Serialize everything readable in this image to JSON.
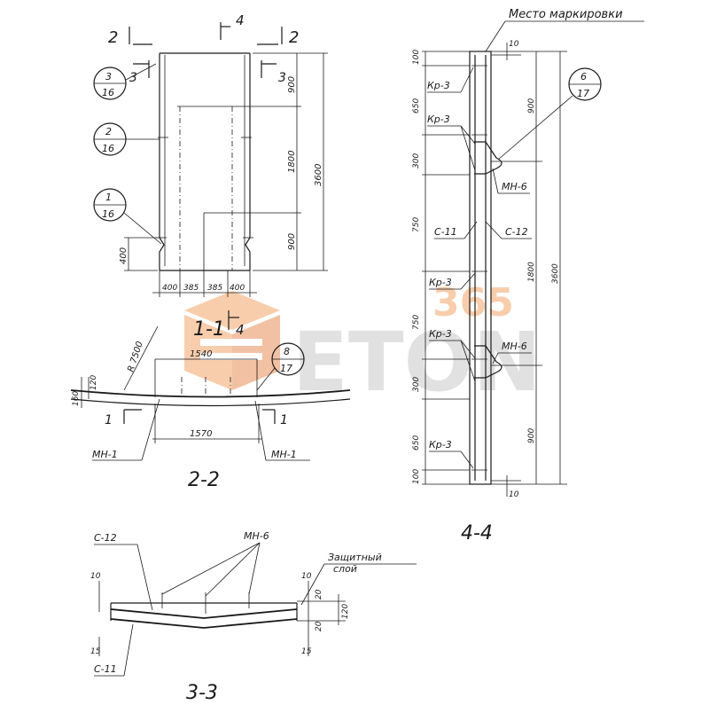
{
  "sections": {
    "s11": "1-1",
    "s22": "2-2",
    "s33": "3-3",
    "s44": "4-4"
  },
  "cut_marks": {
    "top_left": "2",
    "top_right": "2",
    "top_center": "4",
    "side_left": "3",
    "side_right": "3",
    "plan_left": "1",
    "plan_right": "1",
    "plan_top": "4"
  },
  "callouts": [
    {
      "top": "3",
      "bottom": "16"
    },
    {
      "top": "2",
      "bottom": "16"
    },
    {
      "top": "1",
      "bottom": "16"
    },
    {
      "top": "8",
      "bottom": "17"
    },
    {
      "top": "6",
      "bottom": "17"
    }
  ],
  "view_1_1": {
    "dim_height_parts": [
      "900",
      "1800",
      "900"
    ],
    "dim_total": "3600",
    "dim_bottom": "400",
    "dim_width_parts": [
      "400",
      "385",
      "385",
      "400"
    ]
  },
  "view_2_2": {
    "radius": "R 7500",
    "top_width": "1540",
    "bottom_width": "1570",
    "left_dims": [
      "160",
      "120"
    ],
    "mesh_left": "МН-1",
    "mesh_right": "МН-1"
  },
  "view_3_3": {
    "bar_top": "С-12",
    "bar_bottom": "С-11",
    "mesh": "МН-6",
    "cover_label_1": "Защитный",
    "cover_label_2": "слой",
    "left_dims": [
      "10",
      "15"
    ],
    "right_dims": [
      "10",
      "20",
      "120",
      "20",
      "15"
    ]
  },
  "view_4_4": {
    "marking_place": "Место маркировки",
    "top_offset": "10",
    "bottom_offset": "10",
    "left_dims": [
      "100",
      "650",
      "300",
      "750",
      "750",
      "300",
      "650",
      "100"
    ],
    "right_dims": [
      "900",
      "1800",
      "900"
    ],
    "right_total": "3600",
    "frames": [
      "Кр-3",
      "Кр-3",
      "Кр-3",
      "Кр-3"
    ],
    "bars": [
      "С-11",
      "С-12"
    ],
    "meshes": [
      "МН-6",
      "МН-6"
    ]
  },
  "watermark": {
    "brand": "ETON",
    "number": "365",
    "colors": {
      "accent": "#f4a66a",
      "gray": "#c9c9c9"
    }
  }
}
